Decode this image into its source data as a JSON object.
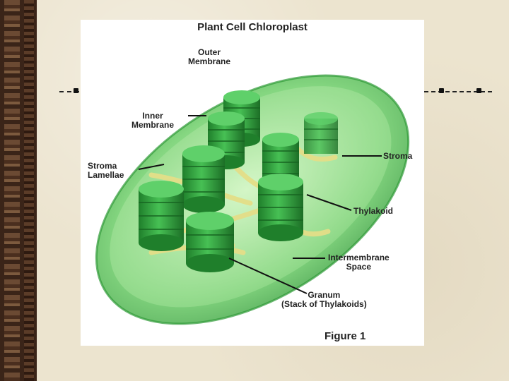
{
  "figure": {
    "title": "Plant Cell Chloroplast",
    "caption": "Figure 1"
  },
  "labels": {
    "outer_membrane": [
      "Outer",
      "Membrane"
    ],
    "inner_membrane": [
      "Inner",
      "Membrane"
    ],
    "stroma_lamellae": [
      "Stroma",
      "Lamellae"
    ],
    "stroma": "Stroma",
    "thylakoid": "Thylakoid",
    "intermembrane_space": [
      "Intermembrane",
      "Space"
    ],
    "granum": [
      "Granum",
      "(Stack of Thylakoids)"
    ]
  },
  "colors": {
    "background": "#ece4cf",
    "side_strip": "#3a2418",
    "membrane_green": "#7fd07a",
    "granum_green": "#2c9a3a",
    "lamellae_yellow": "#e6e08a"
  }
}
